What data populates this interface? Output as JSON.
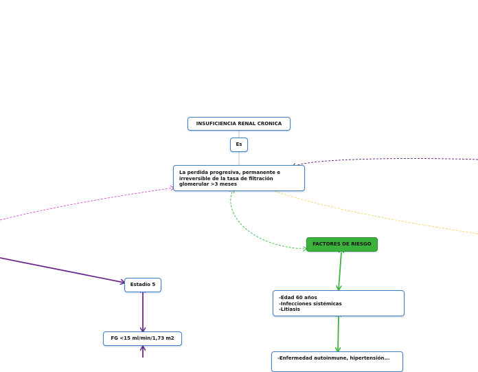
{
  "nodes": {
    "root": "INSUFICIENCIA RENAL CRONICA",
    "es": "Es",
    "definition": "La perdida progresiva, permanente e\nirreversible de la tasa de filtración\nglomerular >3 meses",
    "risk_factors": "FACTORES DE RIESGO",
    "risk_list": "-Edad 60 años\n-Infecciones sistémicas\n-Litiasis",
    "stage5": "Estadio 5",
    "fg": "FG <15 ml/min/1,73 m2",
    "partial": "-Enfermedad autoinmune, hipertensión..."
  },
  "colors": {
    "node_border": "#3f7fc4",
    "green_node": "#3bb23b",
    "purple_link": "#6a2a8c",
    "green_link": "#3db33d",
    "magenta_link": "#d64fd0",
    "yellow_link": "#f5d76e",
    "dark_purple_link": "#5a1f6e",
    "gray_link": "#c8c8c8"
  }
}
